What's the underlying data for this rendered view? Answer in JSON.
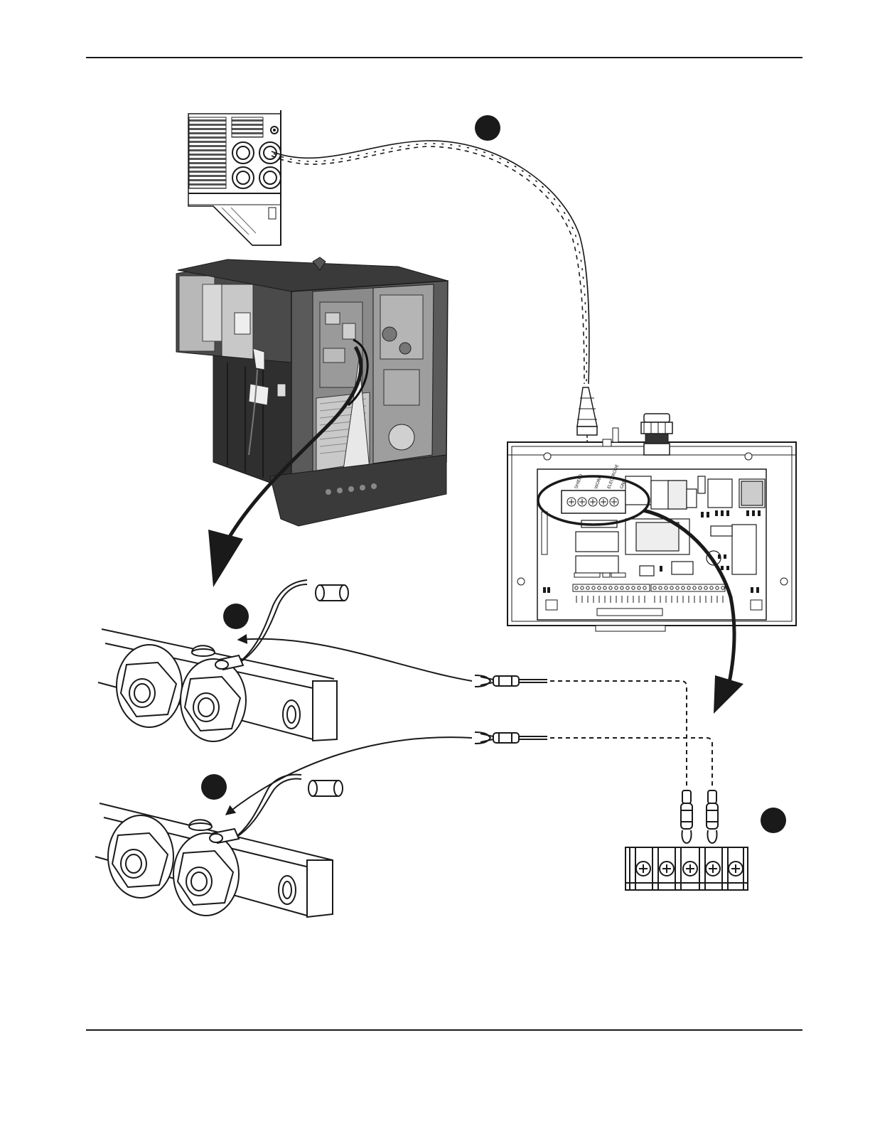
{
  "page": {
    "type": "wiring-diagram",
    "colors": {
      "ink": "#1a1a1a",
      "paper": "#ffffff",
      "metal_dark": "#3a3a3a",
      "metal_mid": "#7a7a7a"
    }
  },
  "callouts": [
    {
      "id": "callout-top",
      "filled": true
    },
    {
      "id": "callout-upper-left",
      "filled": true
    },
    {
      "id": "callout-lower-left",
      "filled": true
    },
    {
      "id": "callout-right",
      "filled": true
    }
  ],
  "interface_board": {
    "terminal_labels": [
      "SHIELD",
      "WORK",
      "ELECTRODE",
      "GND"
    ],
    "terminal_count": 5
  },
  "terminal_strip": {
    "screw_count": 5
  },
  "icons": [
    "vent-panel-icon",
    "power-source-icon",
    "interface-box-icon",
    "work-lead-bar-icon",
    "terminal-strip-icon",
    "ring-terminal-icon",
    "insulator-sleeve-icon"
  ]
}
